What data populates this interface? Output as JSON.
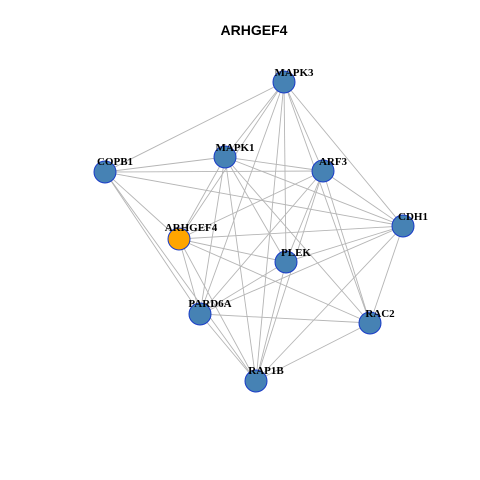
{
  "title": "ARHGEF4",
  "colors": {
    "node_default": "#4682b4",
    "node_highlight": "#ffa500",
    "node_stroke": "#1a3cc8",
    "edge": "#b5b5b5"
  },
  "nodes": [
    {
      "id": "MAPK3",
      "label": "MAPK3",
      "highlight": false
    },
    {
      "id": "MAPK1",
      "label": "MAPK1",
      "highlight": false
    },
    {
      "id": "COPB1",
      "label": "COPB1",
      "highlight": false
    },
    {
      "id": "ARF3",
      "label": "ARF3",
      "highlight": false
    },
    {
      "id": "CDH1",
      "label": "CDH1",
      "highlight": false
    },
    {
      "id": "ARHGEF4",
      "label": "ARHGEF4",
      "highlight": true
    },
    {
      "id": "PLEK",
      "label": "PLEK",
      "highlight": false
    },
    {
      "id": "PARD6A",
      "label": "PARD6A",
      "highlight": false
    },
    {
      "id": "RAC2",
      "label": "RAC2",
      "highlight": false
    },
    {
      "id": "RAP1B",
      "label": "RAP1B",
      "highlight": false
    }
  ],
  "edges": [
    [
      "MAPK3",
      "COPB1"
    ],
    [
      "MAPK3",
      "MAPK1"
    ],
    [
      "MAPK3",
      "ARF3"
    ],
    [
      "MAPK3",
      "CDH1"
    ],
    [
      "MAPK3",
      "ARHGEF4"
    ],
    [
      "MAPK3",
      "PLEK"
    ],
    [
      "MAPK3",
      "PARD6A"
    ],
    [
      "MAPK3",
      "RAC2"
    ],
    [
      "MAPK3",
      "RAP1B"
    ],
    [
      "MAPK1",
      "COPB1"
    ],
    [
      "MAPK1",
      "ARF3"
    ],
    [
      "MAPK1",
      "CDH1"
    ],
    [
      "MAPK1",
      "ARHGEF4"
    ],
    [
      "MAPK1",
      "PLEK"
    ],
    [
      "MAPK1",
      "PARD6A"
    ],
    [
      "MAPK1",
      "RAC2"
    ],
    [
      "MAPK1",
      "RAP1B"
    ],
    [
      "COPB1",
      "ARF3"
    ],
    [
      "COPB1",
      "CDH1"
    ],
    [
      "COPB1",
      "ARHGEF4"
    ],
    [
      "COPB1",
      "PARD6A"
    ],
    [
      "COPB1",
      "RAP1B"
    ],
    [
      "ARF3",
      "CDH1"
    ],
    [
      "ARF3",
      "ARHGEF4"
    ],
    [
      "ARF3",
      "PLEK"
    ],
    [
      "ARF3",
      "PARD6A"
    ],
    [
      "ARF3",
      "RAC2"
    ],
    [
      "ARF3",
      "RAP1B"
    ],
    [
      "CDH1",
      "ARHGEF4"
    ],
    [
      "CDH1",
      "PLEK"
    ],
    [
      "CDH1",
      "PARD6A"
    ],
    [
      "CDH1",
      "RAC2"
    ],
    [
      "CDH1",
      "RAP1B"
    ],
    [
      "ARHGEF4",
      "PLEK"
    ],
    [
      "ARHGEF4",
      "PARD6A"
    ],
    [
      "ARHGEF4",
      "RAC2"
    ],
    [
      "ARHGEF4",
      "RAP1B"
    ],
    [
      "PLEK",
      "PARD6A"
    ],
    [
      "PLEK",
      "RAP1B"
    ],
    [
      "PARD6A",
      "RAC2"
    ],
    [
      "PARD6A",
      "RAP1B"
    ],
    [
      "RAC2",
      "RAP1B"
    ]
  ]
}
